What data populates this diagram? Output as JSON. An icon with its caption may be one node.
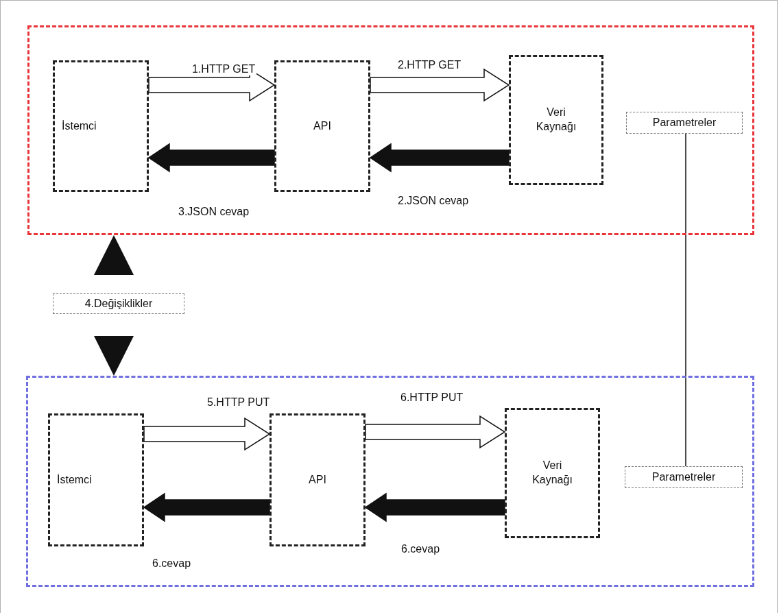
{
  "diagram": {
    "nodes": [
      {
        "text": [],
        "shape": "box"
      },
      {
        "text": [
          "İstemci"
        ],
        "in": 0
      },
      {
        "text": [
          "API"
        ],
        "in": 0
      },
      {
        "text": [
          "Veri Kaynağı"
        ],
        "in": 0
      },
      {
        "text": [
          "Parametreler"
        ],
        "in": 0
      },
      {
        "text": [
          "4.Değişiklikler"
        ]
      },
      {
        "text": [],
        "shape": "box"
      },
      {
        "text": [
          "İstemci"
        ],
        "in": 6
      },
      {
        "text": [
          "API"
        ],
        "in": 6
      },
      {
        "text": [
          "Veri Kaynağı"
        ],
        "in": 6
      },
      {
        "text": [
          "Parametreler"
        ],
        "in": 6
      }
    ],
    "edges": [
      {
        "from": 1,
        "to": 2,
        "arrow": "to",
        "label": "1.HTTP GET"
      },
      {
        "from": 2,
        "to": 3,
        "arrow": "to",
        "label": "2.HTTP GET"
      },
      {
        "from": 3,
        "to": 2,
        "arrow": "to",
        "label": "2.JSON cevap",
        "style": "thick"
      },
      {
        "from": 2,
        "to": 1,
        "arrow": "to",
        "label": "3.JSON cevap",
        "style": "thick"
      },
      {
        "from": 5,
        "to": 0,
        "arrow": "to",
        "style": "thick"
      },
      {
        "from": 5,
        "to": 6,
        "arrow": "to",
        "style": "thick"
      },
      {
        "from": 7,
        "to": 8,
        "arrow": "to",
        "label": "5.HTTP PUT"
      },
      {
        "from": 8,
        "to": 9,
        "arrow": "to",
        "label": "6.HTTP PUT"
      },
      {
        "from": 9,
        "to": 8,
        "arrow": "to",
        "label": "6.cevap",
        "style": "thick"
      },
      {
        "from": 8,
        "to": 7,
        "arrow": "to",
        "label": "6.cevap",
        "style": "thick"
      },
      {
        "from": 4,
        "to": 10,
        "arrow": "none"
      }
    ]
  }
}
